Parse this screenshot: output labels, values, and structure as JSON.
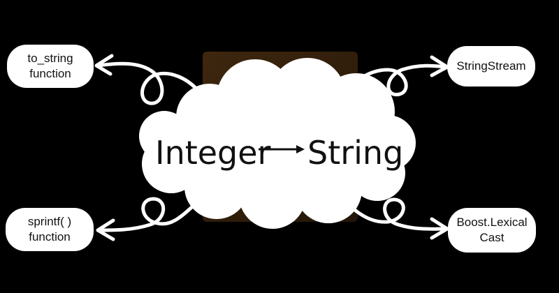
{
  "colors": {
    "background": "#000000",
    "cloud": "#ffffff",
    "ink": "#111111",
    "logo_dark": "#3a2410",
    "logo_mid": "#5a3a18"
  },
  "logo": {
    "icon": "c-plus-plus-logo-icon"
  },
  "center": {
    "from": "Integer",
    "to": "String",
    "arrow_icon": "right-arrow-icon"
  },
  "methods": {
    "to_string": {
      "line1": "to_string",
      "line2": "function"
    },
    "stringstream": {
      "line1": "StringStream"
    },
    "sprintf": {
      "line1": "sprintf( )",
      "line2": "function"
    },
    "boost": {
      "line1": "Boost.Lexical",
      "line2": "Cast"
    }
  }
}
